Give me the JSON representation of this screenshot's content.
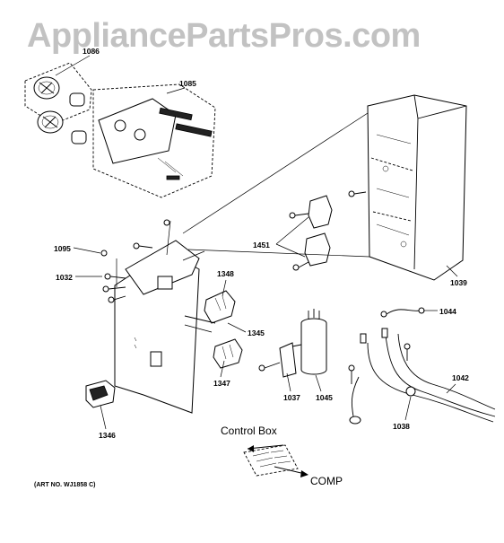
{
  "watermark": "AppliancePartsPros.com",
  "art_number": "(ART NO. WJ1858 C)",
  "parts": {
    "p1086": "1086",
    "p1085": "1085",
    "p1095": "1095",
    "p1032": "1032",
    "p1348": "1348",
    "p1345": "1345",
    "p1347": "1347",
    "p1346": "1346",
    "p1451": "1451",
    "p1039": "1039",
    "p1044": "1044",
    "p1037": "1037",
    "p1045": "1045",
    "p1042": "1042",
    "p1038": "1038"
  },
  "direction_labels": {
    "control_box": "Control Box",
    "comp": "COMP"
  }
}
